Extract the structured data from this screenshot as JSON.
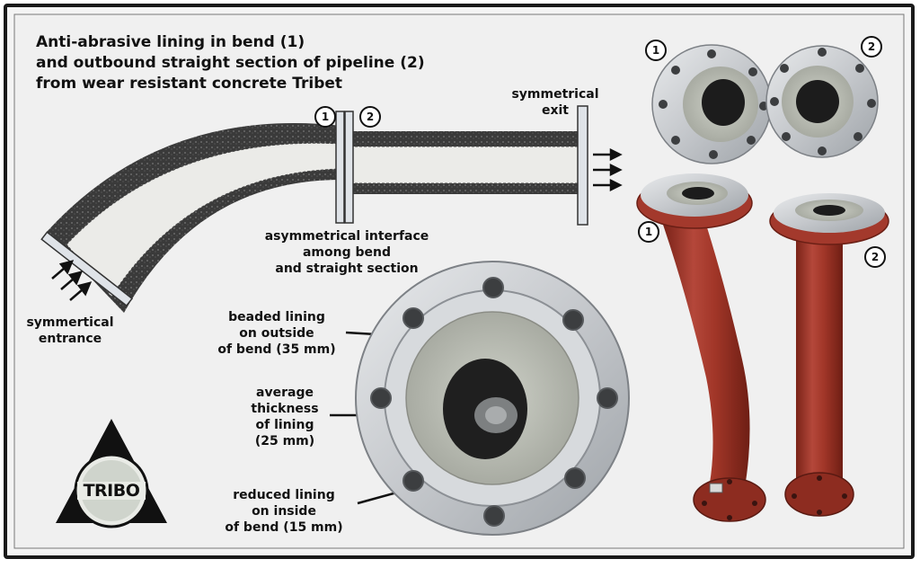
{
  "title": {
    "line1": "Anti-abrasive lining in bend (1)",
    "line2": "and outbound straight section of pipeline (2)",
    "line3": "from wear resistant concrete Tribet"
  },
  "diagram": {
    "marker_1": "1",
    "marker_2": "2",
    "exit_label": [
      "symmetrical",
      "exit"
    ],
    "entrance_label": [
      "symmertical",
      "entrance"
    ],
    "interface_label": [
      "asymmetrical interface",
      "among bend",
      "and straight section"
    ]
  },
  "flange_callouts": {
    "outside": [
      "beaded lining",
      "on outside",
      "of bend (35 mm)"
    ],
    "average": [
      "average",
      "thickness",
      "of lining",
      "(25 mm)"
    ],
    "inside": [
      "reduced lining",
      "on inside",
      "of bend (15 mm)"
    ]
  },
  "photos": {
    "top_left_marker": "1",
    "top_right_marker": "2",
    "bend_marker": "1",
    "straight_marker": "2"
  },
  "logo": {
    "text": "TRIBO"
  },
  "colors": {
    "pipe_red": "#a3392c",
    "steel": "#c9ccd0",
    "concrete": "#b9bcb3",
    "frame": "#1a1a1a"
  }
}
